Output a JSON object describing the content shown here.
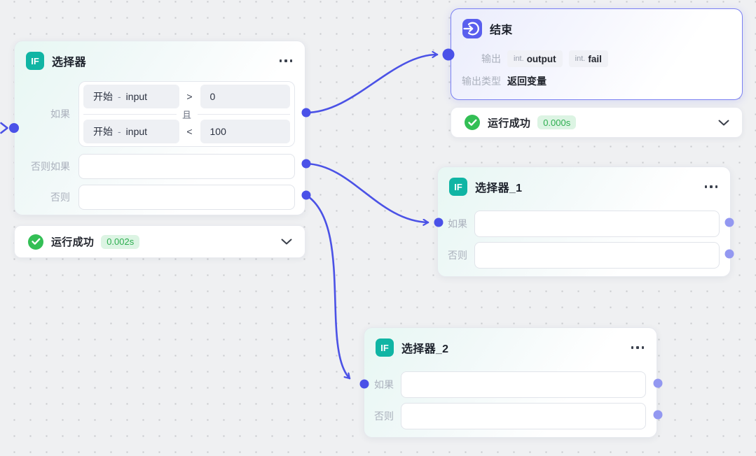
{
  "canvas": {
    "background": "#eff0f2",
    "dot_color": "#c7c9cc",
    "edge_color": "#4b52e6",
    "port_connected_color": "#4a51e8",
    "port_idle_color": "#9398f1",
    "teal_accent": "#10b5a4",
    "purple_accent": "#5a5fee",
    "success_green": "#33bf55"
  },
  "nodes": {
    "selector": {
      "icon_label": "IF",
      "title": "选择器",
      "if_label": "如果",
      "elseif_label": "否则如果",
      "else_label": "否则",
      "and_label": "且",
      "cond1": {
        "ref": "开始",
        "dash": "-",
        "field": "input",
        "op": ">",
        "value": "0"
      },
      "cond2": {
        "ref": "开始",
        "dash": "-",
        "field": "input",
        "op": "<",
        "value": "100"
      }
    },
    "end": {
      "title": "结束",
      "output_label": "输出",
      "pills": [
        {
          "type": "int.",
          "name": "output"
        },
        {
          "type": "int.",
          "name": "fail"
        }
      ],
      "output_type_label": "输出类型",
      "output_type_value": "返回变量"
    },
    "selector1": {
      "icon_label": "IF",
      "title": "选择器_1",
      "if_label": "如果",
      "else_label": "否则"
    },
    "selector2": {
      "icon_label": "IF",
      "title": "选择器_2",
      "if_label": "如果",
      "else_label": "否则"
    }
  },
  "status1": {
    "text": "运行成功",
    "time": "0.002s"
  },
  "status2": {
    "text": "运行成功",
    "time": "0.000s"
  }
}
